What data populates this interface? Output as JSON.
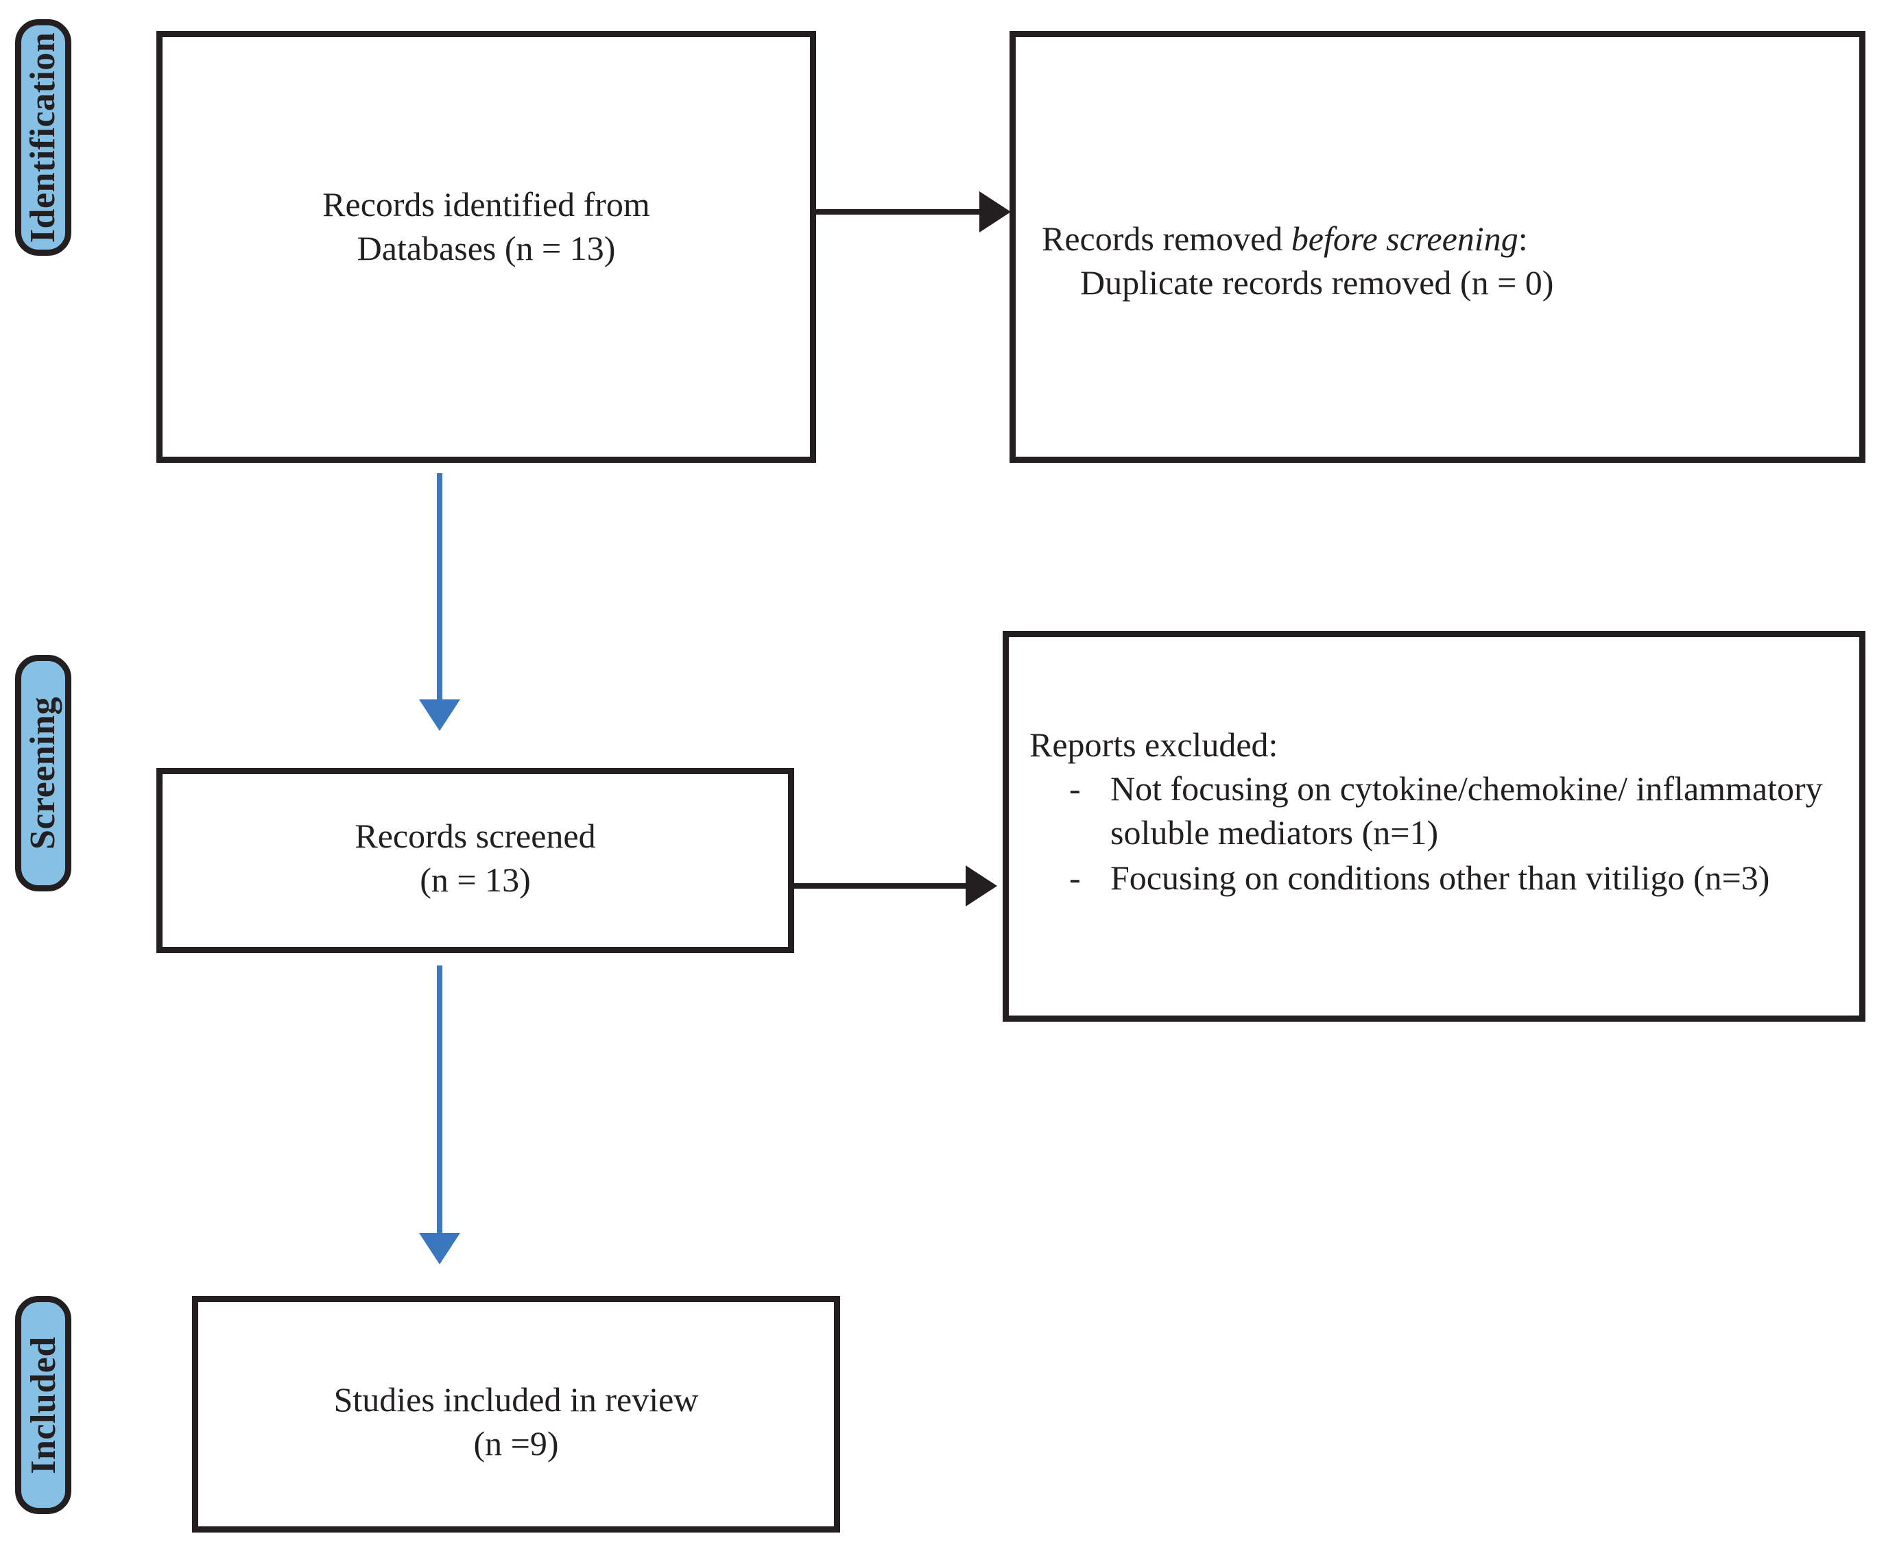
{
  "diagram": {
    "type": "prisma-flow-diagram",
    "colors": {
      "stage_tab_fill": "#86c1e5",
      "stage_tab_border": "#231f20",
      "box_border": "#231f20",
      "box_fill": "#ffffff",
      "vertical_arrow": "#3a77bd",
      "horizontal_arrow": "#231f20",
      "text": "#231f20"
    }
  },
  "stages": [
    {
      "id": "identification",
      "label": "Identification"
    },
    {
      "id": "screening",
      "label": "Screening"
    },
    {
      "id": "included",
      "label": "Included"
    }
  ],
  "boxes": {
    "records_identified": {
      "line1": "Records identified from",
      "line2": "Databases (n = 13)"
    },
    "records_removed": {
      "line1_prefix": "Records removed ",
      "line1_italic": "before screening",
      "line1_suffix": ":",
      "line2": "Duplicate records removed (n = 0)"
    },
    "records_screened": {
      "line1": "Records screened",
      "line2": "(n = 13)"
    },
    "reports_excluded": {
      "heading": "Reports excluded:",
      "dash": "-",
      "items": [
        "Not focusing on cytokine/chemokine/ inflammatory soluble mediators (n=1)",
        "Focusing on conditions other than vitiligo (n=3)"
      ]
    },
    "studies_included": {
      "line1": "Studies included in review",
      "line2": "(n =9)"
    }
  },
  "flow_data": {
    "records_identified_n": 13,
    "duplicates_removed_n": 0,
    "records_screened_n": 13,
    "excluded_not_focusing_mediators_n": 1,
    "excluded_other_conditions_n": 3,
    "studies_included_n": 9
  }
}
